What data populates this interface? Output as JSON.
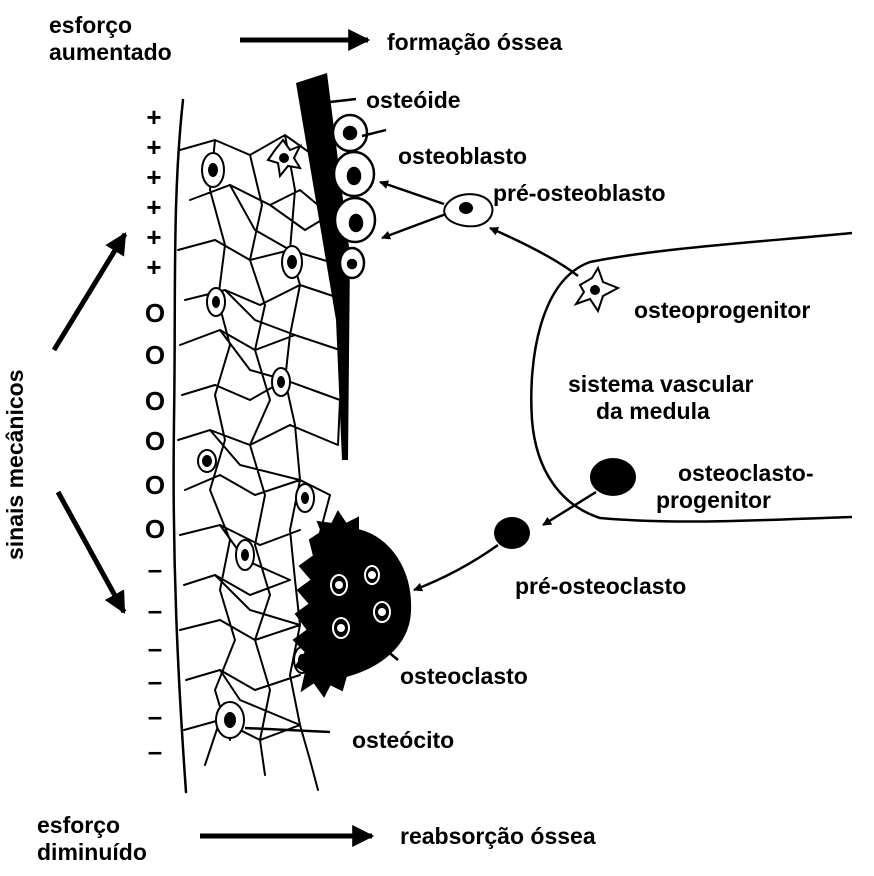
{
  "labels": {
    "esforco_aumentado": [
      "esforço",
      "aumentado"
    ],
    "formacao_ossea": "formação óssea",
    "osteoide": "osteóide",
    "osteoblasto": "osteoblasto",
    "pre_osteoblasto": "pré-osteoblasto",
    "osteoprogenitor": "osteoprogenitor",
    "sistema_vascular": [
      "sistema vascular",
      "da medula"
    ],
    "osteoclasto_progenitor": [
      "osteoclasto-",
      "progenitor"
    ],
    "pre_osteoclasto": "pré-osteoclasto",
    "osteoclasto": "osteoclasto",
    "osteocito": "osteócito",
    "esforco_diminuido": [
      "esforço",
      "diminuído"
    ],
    "reabsorcao_ossea": "reabsorção óssea",
    "sinais_mecanicos": "sinais mecânicos"
  },
  "signal_markers": [
    "+",
    "+",
    "+",
    "+",
    "+",
    "+",
    "O",
    "O",
    "O",
    "O",
    "O",
    "O",
    "–",
    "–",
    "–",
    "–",
    "–",
    "–"
  ],
  "colors": {
    "ink": "#000000",
    "background": "#ffffff"
  }
}
